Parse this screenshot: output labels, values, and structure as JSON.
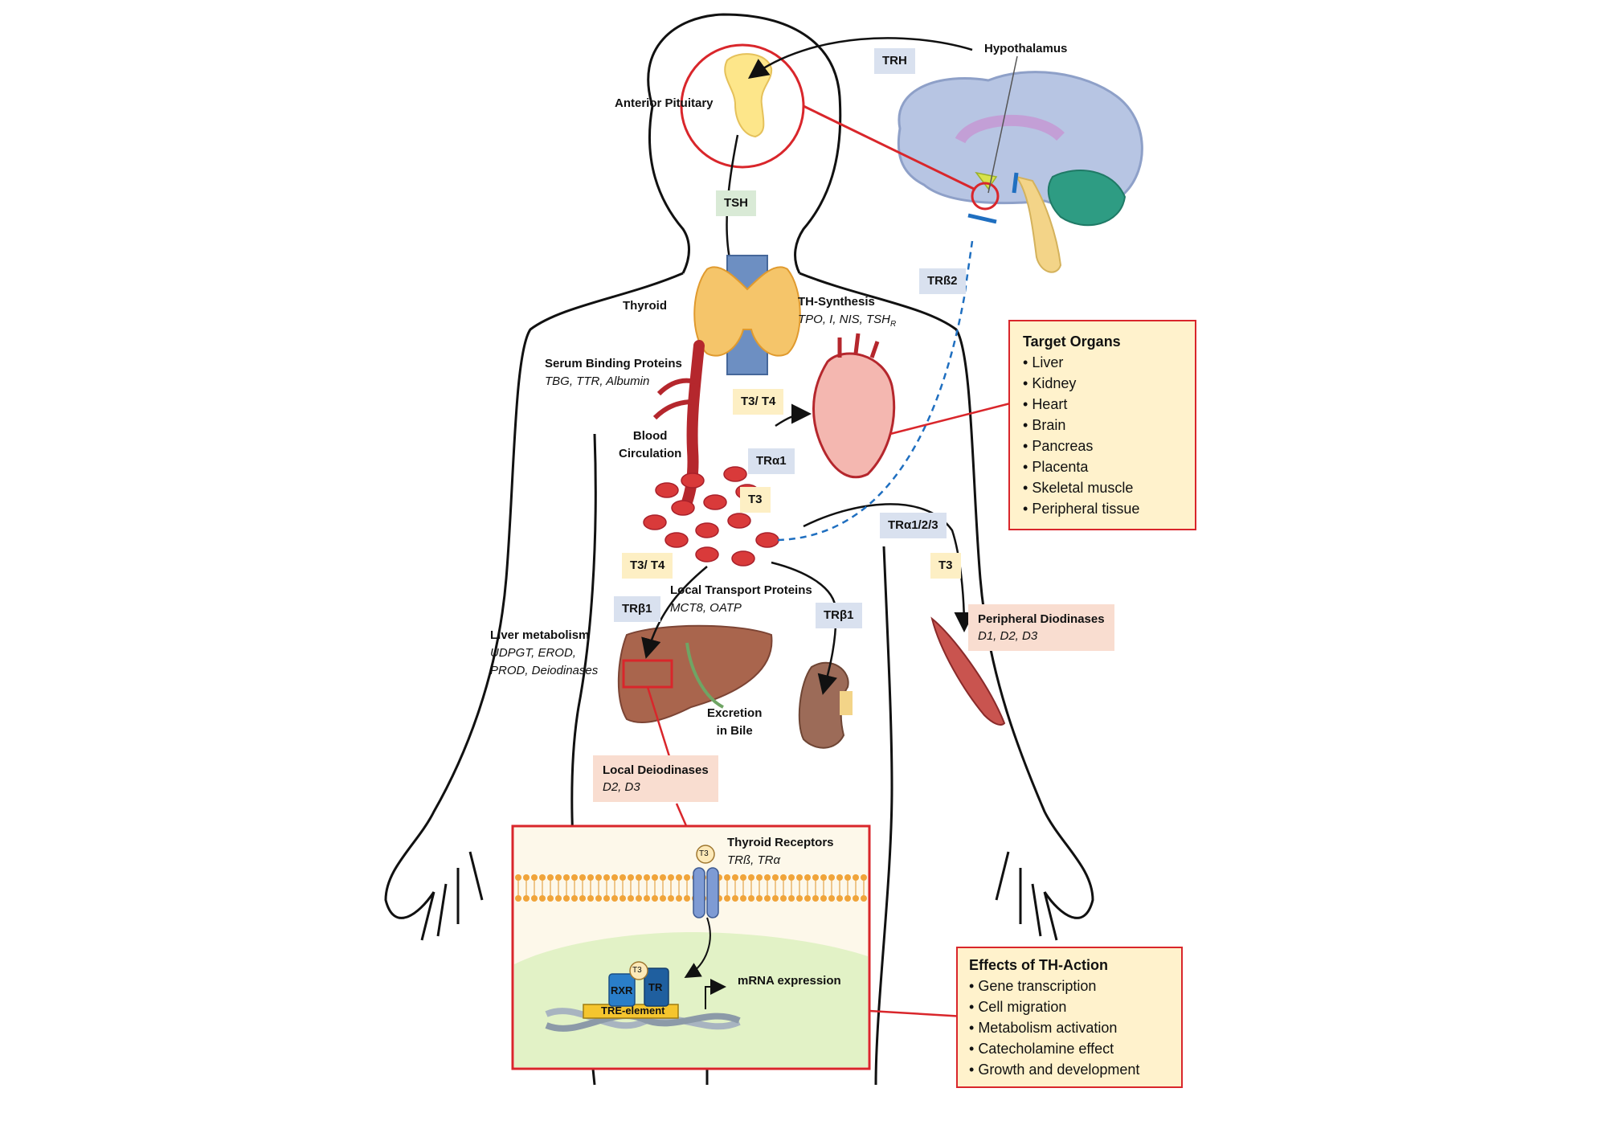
{
  "labels": {
    "hypothalamus": "Hypothalamus",
    "anterior_pituitary": "Anterior Pituitary",
    "thyroid": "Thyroid",
    "th_synthesis": "TH-Synthesis",
    "th_synthesis_sub": "TPO, I, NIS, TSH",
    "th_synthesis_subscript": "R",
    "serum_binding": "Serum Binding Proteins",
    "serum_binding_sub": "TBG, TTR, Albumin",
    "blood_line1": "Blood",
    "blood_line2": "Circulation",
    "local_transport": "Local Transport Proteins",
    "local_transport_sub": "MCT8, OATP",
    "liver_metab": "Liver metabolism",
    "liver_metab_sub1": "UDPGT, EROD,",
    "liver_metab_sub2": "PROD, Deiodinases",
    "excretion_line1": "Excretion",
    "excretion_line2": "in Bile",
    "thyroid_receptors": "Thyroid Receptors",
    "thyroid_receptors_sub": "TRß, TRα",
    "mrna": "mRNA expression",
    "rxr": "RXR",
    "tr": "TR",
    "tre": "TRE-element",
    "t3_small": "T3"
  },
  "tags": {
    "trh": "TRH",
    "tsh": "TSH",
    "trb2": "TRß2",
    "t3t4_heart": "T3/ T4",
    "tra1": "TRα1",
    "t3_center": "T3",
    "tra123": "TRα1/2/3",
    "t3_right": "T3",
    "t3t4_left": "T3/ T4",
    "trb1_left": "TRβ1",
    "trb1_right": "TRβ1"
  },
  "peripheral": {
    "title": "Peripheral Diodinases",
    "sub": "D1, D2, D3"
  },
  "local_deiod": {
    "title": "Local Deiodinases",
    "sub": "D2, D3"
  },
  "target_organs": {
    "title": "Target Organs",
    "items": [
      "Liver",
      "Kidney",
      "Heart",
      "Brain",
      "Pancreas",
      "Placenta",
      "Skeletal muscle",
      "Peripheral tissue"
    ]
  },
  "effects": {
    "title": "Effects of TH-Action",
    "items": [
      "Gene transcription",
      "Cell migration",
      "Metabolism activation",
      "Catecholamine effect",
      "Growth and development"
    ]
  },
  "colors": {
    "accent_red": "#d9262b",
    "box_fill": "#fff2cc",
    "tag_blue": "#d9e1ef",
    "tag_yellow": "#fdefc4",
    "tag_peach": "#f9ddd0",
    "tag_green": "#d9ead6"
  }
}
